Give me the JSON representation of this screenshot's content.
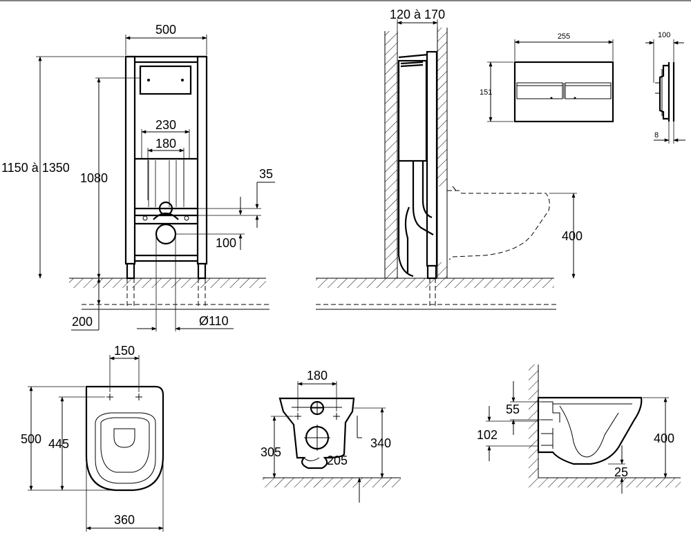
{
  "views": {
    "frame_front": {
      "width": "500",
      "height_range": "1150 à 1350",
      "height_1080": "1080",
      "width_230": "230",
      "width_180": "180",
      "dim_35": "35",
      "dim_100": "100",
      "dim_200": "200",
      "pipe_110": "Ø110"
    },
    "frame_side": {
      "depth_range": "120 à 170",
      "height_400": "400"
    },
    "flush_plate": {
      "width": "255",
      "height": "151",
      "depth": "100",
      "thickness": "8"
    },
    "bowl_top": {
      "width_150": "150",
      "length_500": "500",
      "length_445": "445",
      "width_360": "360"
    },
    "bowl_back": {
      "width_180": "180",
      "height_305": "305",
      "height_340": "340",
      "dim_205": "205"
    },
    "bowl_side": {
      "dim_55": "55",
      "dim_102": "102",
      "height_400": "400",
      "dim_25": "25"
    }
  }
}
